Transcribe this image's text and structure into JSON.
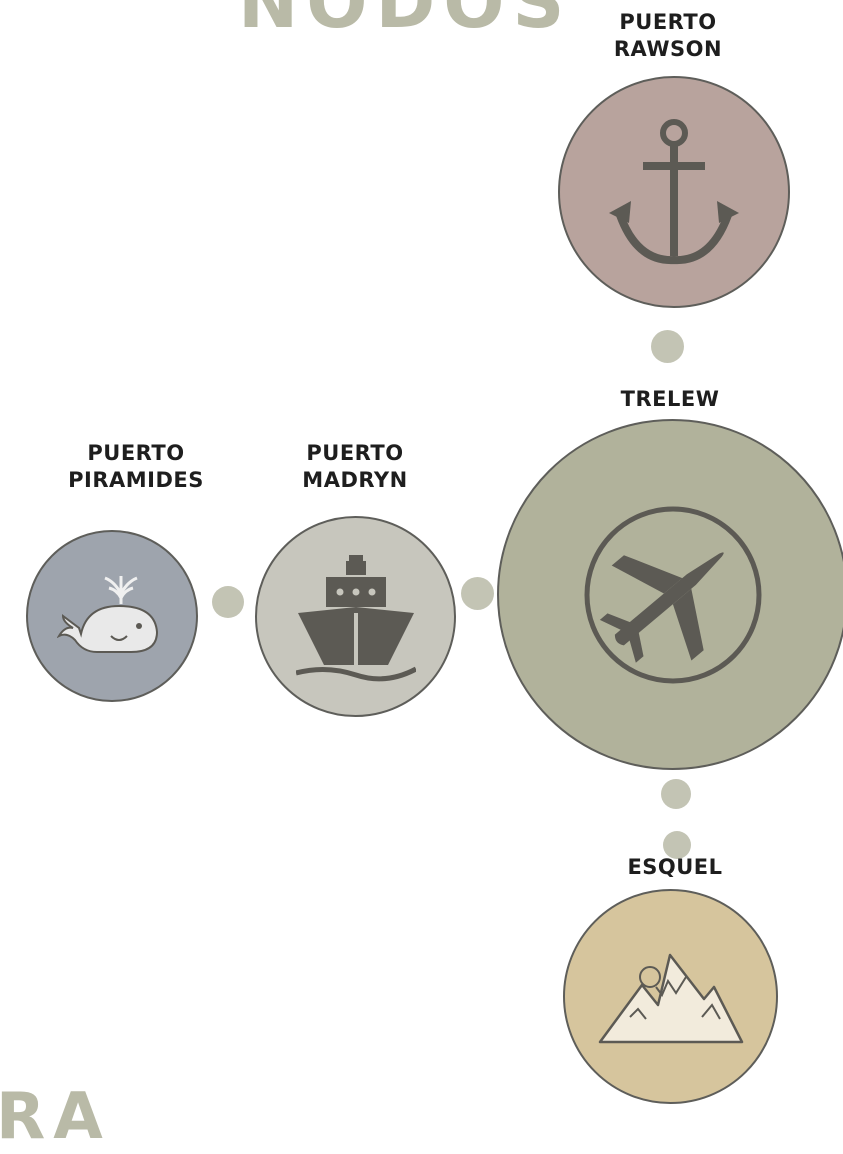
{
  "header": {
    "title": "NODOS"
  },
  "footer": {
    "title": "RA"
  },
  "nodes": {
    "rawson": {
      "label": "PUERTO\nRAWSON",
      "icon": "anchor-icon",
      "color": "#b8a39d"
    },
    "trelew": {
      "label": "TRELEW",
      "icon": "airplane-icon",
      "color": "#b1b29b"
    },
    "madryn": {
      "label": "PUERTO\nMADRYN",
      "icon": "ship-icon",
      "color": "#c7c6bd"
    },
    "piramides": {
      "label": "PUERTO\nPIRAMIDES",
      "icon": "whale-icon",
      "color": "#9ea4ad"
    },
    "esquel": {
      "label": "ESQUEL",
      "icon": "mountain-icon",
      "color": "#d6c59d"
    }
  },
  "colors": {
    "connector": "#c3c4b4",
    "title": "#b9baa7",
    "icon_dark": "#5c5a54",
    "node_border": "#5e5e5a"
  }
}
